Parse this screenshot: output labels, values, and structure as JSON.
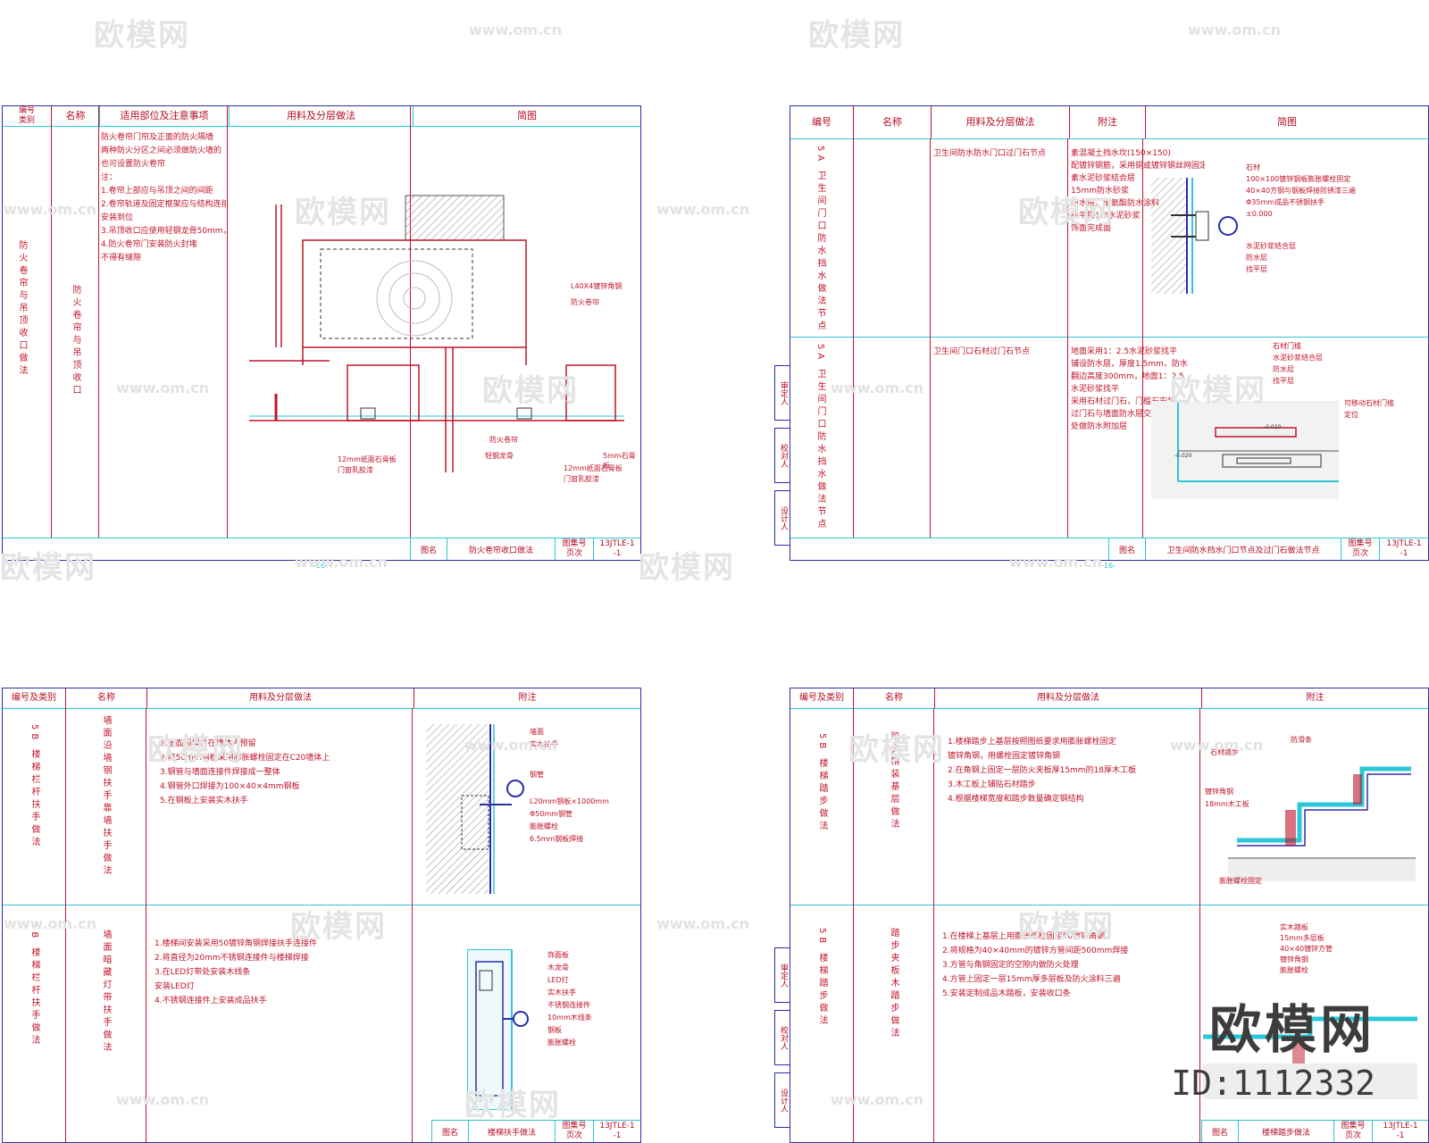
{
  "watermark": {
    "brand": "欧模网",
    "url": "www.om.cn"
  },
  "logo": {
    "brand": "欧模网",
    "id": "ID:1112332"
  },
  "sheet1": {
    "headers": [
      "编号\n类别",
      "名称",
      "适用部位及注意事项",
      "用料及分层做法",
      "简图"
    ],
    "category": "防火卷帘与吊顶收口做法",
    "name": "防火卷帘与吊顶收口",
    "notes": [
      "防火卷帘门帘及正面的防火隔墙",
      "两种防火分区之间必须做防火墙的",
      "也可设置防火卷帘",
      "",
      "注：",
      "1.卷帘上部应与吊顶之间的间距",
      "2.卷帘轨道及固定框架应与结构连接牢固",
      "  安装到位",
      "3.吊顶收口应使用轻钢龙骨50mm，石膏板",
      "4.防火卷帘门安装防火封堵",
      "  不得有缝隙"
    ],
    "labels": [
      "L40X4镀锌角钢",
      "防火卷帘",
      "防火卷帘",
      "轻钢龙骨",
      "12mm纸面石膏板",
      "门窗乳胶漆",
      "12mm纸面石膏板",
      "门窗乳胶漆",
      "5mm石膏板"
    ],
    "tb_name_label": "图名",
    "tb_name": "防火卷帘收口做法",
    "tb_code_label": "图集号",
    "tb_code": "13JTLE-1",
    "tb_page_label": "页次",
    "tb_page": "-1",
    "page_no": "-16-"
  },
  "sheet2": {
    "headers": [
      "编号",
      "名称",
      "用料及分层做法",
      "附注",
      "简图"
    ],
    "rows": [
      {
        "code": "5A 卫生间门口防水挡水做法节点",
        "name": "卫生间防水防水门口过门石节点",
        "method": [
          "素混凝土挡水坎(150×150)",
          "配镀锌钢筋，采用铜或镀锌钢丝网固定",
          "素水泥砂浆结合层",
          "15mm防水砂浆",
          "防水层，聚氨酯防水涂料",
          "找平层1:3水泥砂浆",
          "饰面完成面"
        ],
        "labels": [
          "石材",
          "100×100镀锌钢板膨胀螺栓固定",
          "40×40方钢与钢板焊接防锈漆三遍",
          "Φ35mm成品不锈钢扶手",
          "±0.000",
          "水泥砂浆结合层",
          "防水层",
          "找平层"
        ]
      },
      {
        "code": "5A 卫生间门口防水挡水做法节点",
        "name": "卫生间门口石材过门石节点",
        "method": [
          "地面采用1：2.5水泥砂浆找平",
          "铺设防水层，厚度1.5mm，防水",
          "翻边高度300mm，地面1：2.5",
          "水泥砂浆找平",
          "采用石材过门石，门槛石安装",
          "过门石与墙面防水层交接",
          "处做防水附加层"
        ],
        "labels": [
          "石材门槛",
          "水泥砂浆结合层",
          "防水层",
          "找平层",
          "可移动石材门槛",
          "定位",
          "-0.020",
          "-0.020"
        ]
      }
    ],
    "side_tabs": [
      "审定人",
      "校对人",
      "设计人"
    ],
    "tb_name_label": "图名",
    "tb_name": "卫生间防水挡水门口节点及过门石做法节点",
    "tb_code_label": "图集号",
    "tb_code": "13JTLE-1",
    "tb_page_label": "页次",
    "tb_page": "-1",
    "page_no": "-16-"
  },
  "sheet3": {
    "headers": [
      "编号及类别",
      "名称",
      "用料及分层做法",
      "附注"
    ],
    "rows": [
      {
        "code": "5B 楼梯栏杆扶手做法",
        "name": "墙面沿墙钢扶手靠墙扶手做法",
        "method": [
          "1.墙面预埋件在墙体内预留",
          "2.将50mm钢板采用膨胀螺栓固定在C20墙体上",
          "3.钢管与墙面连接件焊接成一整体",
          "4.钢管外口焊接为100×40×4mm钢板",
          "5.在钢板上安装实木扶手"
        ],
        "labels": [
          "墙面",
          "实木扶手",
          "钢管",
          "L20mm钢板×1000mm",
          "Φ50mm钢管",
          "膨胀螺栓",
          "6.5mm钢板焊接"
        ]
      },
      {
        "code": "5B 楼梯栏杆扶手做法",
        "name": "墙面暗藏灯带扶手做法",
        "method": [
          "1.楼梯间安装采用50镀锌角钢焊接扶手连接件",
          "2.将直径为20mm不锈钢连接件与楼梯焊接",
          "3.在LED灯带处安装木线条",
          "  安装LED灯",
          "4.不锈钢连接件上安装成品扶手"
        ],
        "labels": [
          "饰面板",
          "木龙骨",
          "LED灯",
          "实木扶手",
          "不锈钢连接件",
          "10mm木线条",
          "钢板",
          "膨胀螺栓"
        ]
      }
    ],
    "tb_name_label": "图名",
    "tb_name": "楼梯扶手做法",
    "tb_code_label": "图集号",
    "tb_code": "13JTLE-1",
    "tb_page_label": "页次",
    "tb_page": "-1"
  },
  "sheet4": {
    "headers": [
      "编号及类别",
      "名称",
      "用料及分层做法",
      "附注"
    ],
    "rows": [
      {
        "code": "5B 楼梯踏步做法",
        "name": "踏步精装基层做法",
        "method": [
          "1.楼梯踏步上基层按照图纸要求用膨胀螺栓固定",
          "  镀锌角钢，用螺栓固定镀锌角钢",
          "2.在角钢上固定一层防火夹板厚15mm的18厚木工板",
          "3.木工板上铺贴石材踏步",
          "4.根据楼梯宽度和踏步数量确定钢结构"
        ],
        "labels": [
          "石材踏步",
          "防滑条",
          "镀锌角钢",
          "18mm木工板",
          "膨胀螺栓固定"
        ]
      },
      {
        "code": "5B 楼梯踏步做法",
        "name": "踏步夹板木踏步做法",
        "method": [
          "1.在楼梯上基层上用膨胀螺栓固定50镀锌角钢",
          "2.将规格为40×40mm的镀锌方管间距500mm焊接",
          "3.方管与角钢固定的空隙内做防火处理",
          "4.方管上固定一层15mm厚多层板及防火涂料三遍",
          "5.安装定制成品木踏板，安装收口条"
        ],
        "labels": [
          "实木踏板",
          "15mm多层板",
          "40×40镀锌方管",
          "镀锌角钢",
          "膨胀螺栓"
        ]
      }
    ],
    "side_tabs": [
      "审定人",
      "校对人",
      "设计人"
    ],
    "tb_name_label": "图名",
    "tb_name": "楼梯踏步做法",
    "tb_code_label": "图集号",
    "tb_code": "13JTLE-1",
    "tb_page_label": "页次",
    "tb_page": "-1"
  }
}
